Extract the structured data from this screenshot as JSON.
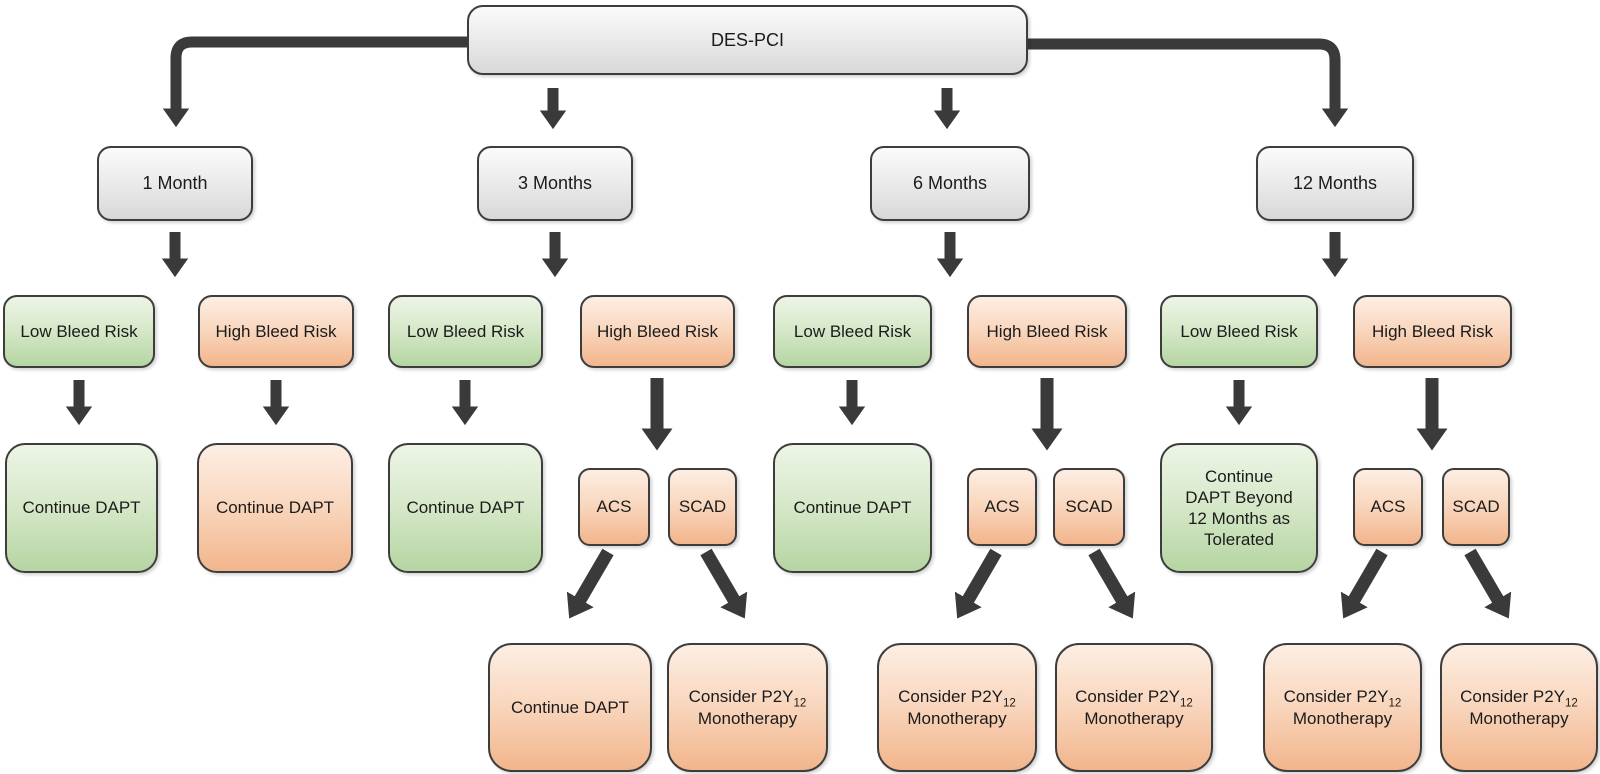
{
  "flowchart": {
    "root": {
      "label": "DES-PCI"
    },
    "branches": [
      {
        "duration": "1 Month",
        "low": {
          "label": "Low Bleed Risk",
          "outcome": "Continue DAPT"
        },
        "high": {
          "label": "High Bleed Risk",
          "outcome": "Continue DAPT"
        }
      },
      {
        "duration": "3 Months",
        "low": {
          "label": "Low Bleed Risk",
          "outcome": "Continue DAPT"
        },
        "high": {
          "label": "High Bleed Risk",
          "acs": {
            "label": "ACS",
            "outcome": "Continue DAPT"
          },
          "scad": {
            "label": "SCAD",
            "outcome_prefix": "Consider P2Y",
            "outcome_sub": "12",
            "outcome_line2": "Monotherapy"
          }
        }
      },
      {
        "duration": "6 Months",
        "low": {
          "label": "Low Bleed Risk",
          "outcome": "Continue DAPT"
        },
        "high": {
          "label": "High Bleed Risk",
          "acs": {
            "label": "ACS",
            "outcome_prefix": "Consider P2Y",
            "outcome_sub": "12",
            "outcome_line2": "Monotherapy"
          },
          "scad": {
            "label": "SCAD",
            "outcome_prefix": "Consider P2Y",
            "outcome_sub": "12",
            "outcome_line2": "Monotherapy"
          }
        }
      },
      {
        "duration": "12 Months",
        "low": {
          "label": "Low Bleed Risk",
          "outcome": "Continue DAPT Beyond 12 Months as Tolerated"
        },
        "high": {
          "label": "High Bleed Risk",
          "acs": {
            "label": "ACS",
            "outcome_prefix": "Consider P2Y",
            "outcome_sub": "12",
            "outcome_line2": "Monotherapy"
          },
          "scad": {
            "label": "SCAD",
            "outcome_prefix": "Consider P2Y",
            "outcome_sub": "12",
            "outcome_line2": "Monotherapy"
          }
        }
      }
    ],
    "colors": {
      "neutral_box_top": "#fbfbfb",
      "neutral_box_bottom": "#d8d8d8",
      "green_box_top": "#edf5e6",
      "green_box_bottom": "#b5d5a2",
      "orange_box_top": "#fdeee3",
      "orange_box_bottom": "#f2b58c",
      "box_border": "#3d3d3d",
      "arrow": "#3a3a3a"
    }
  }
}
